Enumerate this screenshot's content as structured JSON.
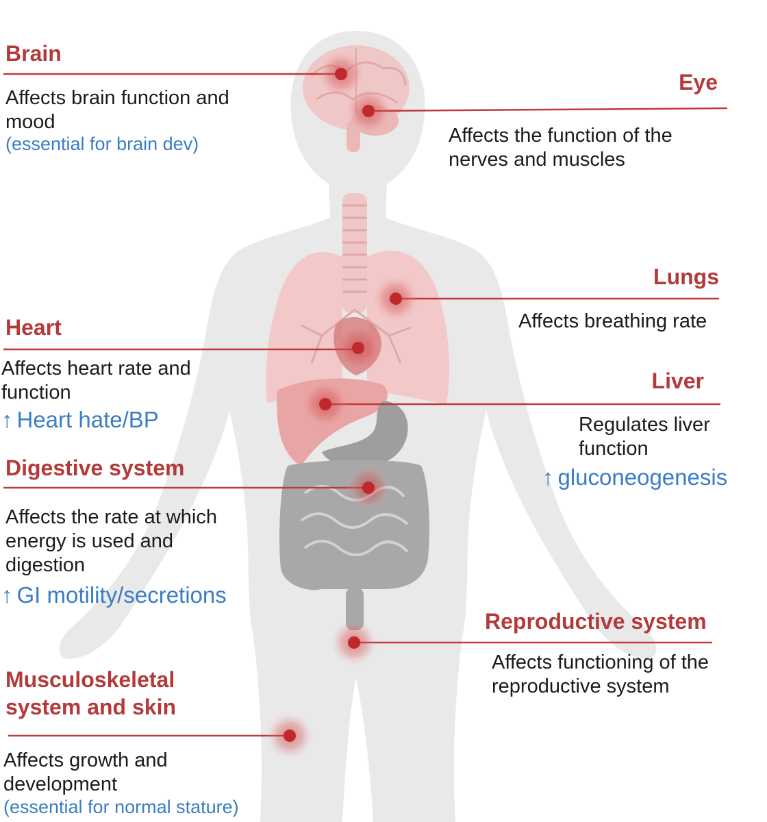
{
  "brain": {
    "title": "Brain",
    "desc": "Affects brain function and mood",
    "note": "(essential for brain dev)"
  },
  "eye": {
    "title": "Eye",
    "desc": "Affects the function of the nerves and muscles"
  },
  "lungs": {
    "title": "Lungs",
    "desc": "Affects breathing rate"
  },
  "heart": {
    "title": "Heart",
    "desc": "Affects heart rate and function",
    "effect": "Heart hate/BP"
  },
  "liver": {
    "title": "Liver",
    "desc": "Regulates liver function",
    "effect": "gluconeogenesis"
  },
  "digestive": {
    "title": "Digestive system",
    "desc": "Affects the rate at which energy is used and digestion",
    "effect": "GI motility/secretions"
  },
  "reproductive": {
    "title": "Reproductive system",
    "desc": "Affects functioning of the reproductive system"
  },
  "musculoskeletal": {
    "title": "Musculoskeletal system and skin",
    "desc": "Affects growth and development",
    "note": "(essential for normal stature)"
  },
  "symbols": {
    "up_arrow": "↑"
  },
  "colors": {
    "organ_label": "#b33a3a",
    "connector": "#c0393b",
    "effect_text": "#3a7dc4",
    "body_silhouette": "#e9e9e9",
    "target_dot": "#c0282c"
  }
}
